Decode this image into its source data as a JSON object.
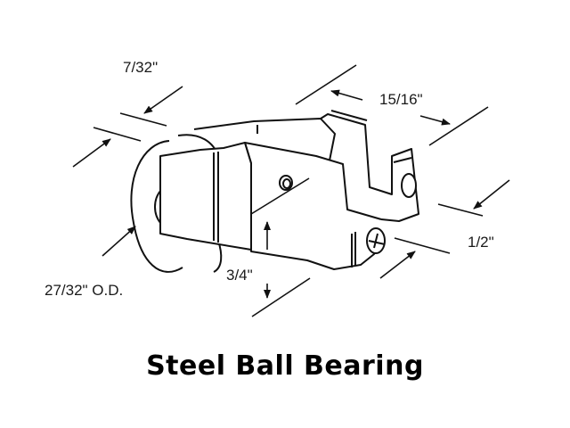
{
  "title": "Steel Ball Bearing",
  "dimensions": {
    "width_wheel": "7/32\"",
    "length": "15/16\"",
    "depth": "1/2\"",
    "height": "3/4\"",
    "wheel_diameter": "27/32\" O.D."
  }
}
